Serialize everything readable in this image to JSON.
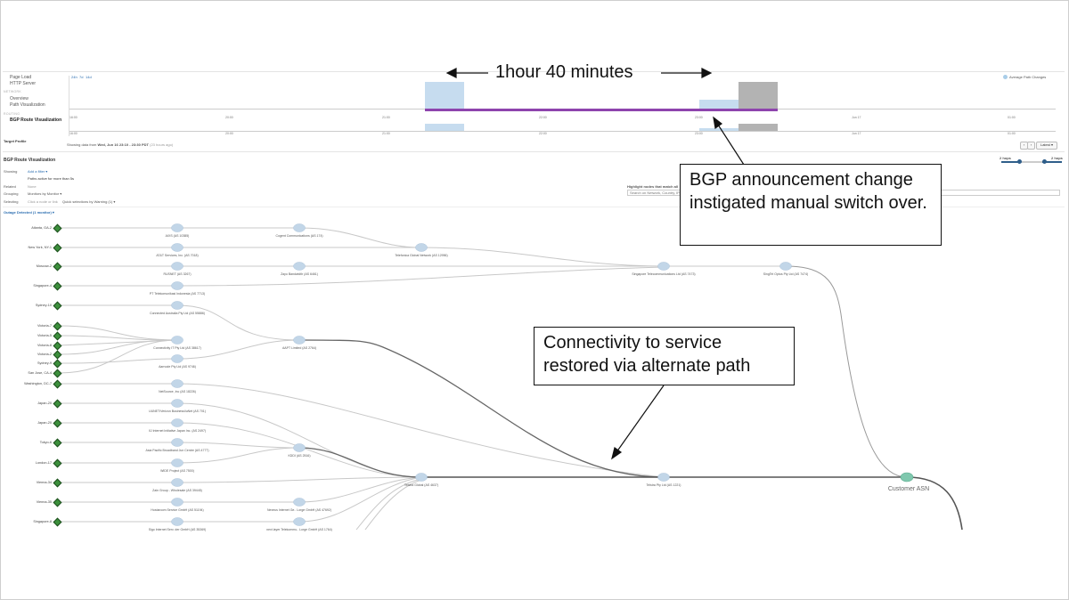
{
  "sidebar": {
    "items": [
      {
        "label": "Page Load"
      },
      {
        "label": "HTTP Server"
      },
      {
        "label": "NETWORK"
      },
      {
        "label": "Overview"
      },
      {
        "label": "Path Visualization"
      },
      {
        "label": "ROUTING"
      },
      {
        "label": "BGP Route Visualization"
      }
    ],
    "target_profile": "Target Profile"
  },
  "timeline": {
    "ranges": [
      "24h",
      "7d",
      "14d"
    ],
    "ticks": [
      "16:00",
      "20:00",
      "21:00",
      "22:00",
      "23:00",
      "Jun 17",
      "01:00"
    ],
    "legend": "Average Path Changes",
    "showing_prefix": "Showing data from",
    "showing_date": "Wed, Jun 16 23:10 - 23:30 PDT",
    "showing_suffix": "(23 hours ago)",
    "latest_label": "Latest ▾"
  },
  "panel": {
    "title": "BGP Route Visualization",
    "showing_label": "Showing",
    "add_filter": "Add a filter ▾",
    "paths_active": "Paths active for more than 5s",
    "related_label": "Related",
    "related_value": "None",
    "grouping_label": "Grouping",
    "grouping_value": "Monitors by Monitor ▾",
    "selecting_label": "Selecting",
    "selecting_value": "Click a node or link",
    "quick_selections": "Quick selections by Warning (1) ▾",
    "highlight_label": "Highlight nodes that match all",
    "search_placeholder": "Search on Network, Country, IP, or...",
    "hops_left": "2 hops",
    "hops_right": "2 hops",
    "outage": "Outage Detected (1 monitor) ▾"
  },
  "monitors": [
    "Atlanta, GA-2",
    "New York, NY-1",
    "Moscow-2",
    "Singapore-4",
    "Sydney-10",
    "Victoria-7",
    "Victoria-5",
    "Victoria-8",
    "Victoria-2",
    "Sydney-9",
    "San Jose, CA-4",
    "Washington, DC-7",
    "Japan-20",
    "Japan-20",
    "Tokyo-6",
    "London-17",
    "Vienna-34",
    "Vienna-35",
    "Singapore-8"
  ],
  "nodes": {
    "col1": [
      "AIXS (AS 10385)",
      "AT&T Services, Inc. (AS 7018)",
      "RUSNET (AS 3267)",
      "PT Telekomunikasi Indonesia (AS 7713)",
      "Connected Australia Pty Ltd (AS 55886)",
      "Connectivity IT Pty Ltd (AS 38617)",
      "Aarnode Pty Ltd (AS 9746)",
      "NetSource, Inc (AS 18226)",
      "UUNET/Verizon Business/iuNet (AS 701)",
      "IIJ Internet Initiative Japan Inc. (AS 2497)",
      "Asia Pacific Broadband Jun Centre (AS 4777)",
      "WIDE Project (AS 7500)",
      "Zain Group - Wholesale (AS 39445)",
      "Hostaroom Service GmbH (AS 51194)",
      "Sigo Internet Serv. der GmbH (AS 35369)"
    ],
    "col2": [
      "Cogent Communications (AS 174)",
      "Zayo Bandwidth (AS 6461)",
      "AAPT Limited (AS 2764)",
      "KDDI (AS 2516)",
      "Nexeus Internet Ge.. Lorge GmbH (AS 47692)",
      "next layer Telekommu.. Lorge GmbH (AS 1764)"
    ],
    "col3": [
      "Telefonica Global Network (AS 12956)",
      "Telstra Global (AS 4637)"
    ],
    "col4": [
      "Singapore Telecommunications Ltd (AS 7473)",
      "Telstra Pty Ltd (AS 1221)"
    ],
    "col5": [
      "SingTel Optus Pty Ltd (AS 7474)"
    ],
    "target": "Customer ASN"
  },
  "annotations": {
    "duration": "1hour 40 minutes",
    "bgp_change": "BGP announcement change instigated manual switch over.",
    "connectivity": "Connectivity to service restored via alternate path"
  },
  "colors": {
    "bar": "#c6dcef",
    "bar_gray": "#b3b3b3",
    "timeline_line": "#8e44ad",
    "node": "#c2d6e8",
    "target_node": "#7fc8ae",
    "monitor": "#3c8f3c"
  }
}
